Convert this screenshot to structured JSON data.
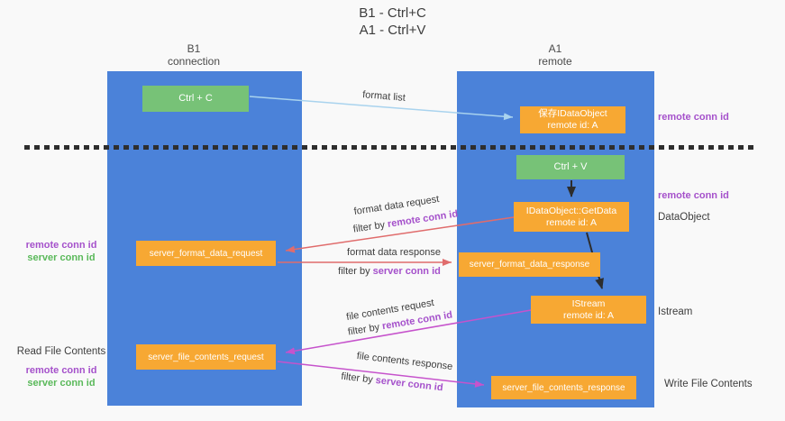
{
  "title": {
    "line1": "B1 - Ctrl+C",
    "line2": "A1 - Ctrl+V"
  },
  "lanes": {
    "left": {
      "name": "B1",
      "role": "connection"
    },
    "right": {
      "name": "A1",
      "role": "remote"
    }
  },
  "nodes": {
    "ctrl_c": {
      "label": "Ctrl + C"
    },
    "ctrl_v": {
      "label": "Ctrl + V"
    },
    "save_dataobject": {
      "line1": "保存IDataObject",
      "line2": "remote id: A"
    },
    "getdata": {
      "line1": "IDataObject::GetData",
      "line2": "remote id: A"
    },
    "istream": {
      "line1": "IStream",
      "line2": "remote id: A"
    },
    "format_request": {
      "label": "server_format_data_request"
    },
    "format_response": {
      "label": "server_format_data_response"
    },
    "file_request": {
      "label": "server_file_contents_request"
    },
    "file_response": {
      "label": "server_file_contents_response"
    }
  },
  "edge_labels": {
    "format_list": "format list",
    "format_request_line1": "format data request",
    "format_request_filter_prefix": "filter by ",
    "format_request_filter_key": "remote conn id",
    "format_response_line1": "format data response",
    "format_response_filter_prefix": "filter by ",
    "format_response_filter_key": "server conn id",
    "file_request_line1": "file contents request",
    "file_request_filter_prefix": "filter by ",
    "file_request_filter_key": "remote conn id",
    "file_response_line1": "file contents response",
    "file_response_filter_prefix": "filter by ",
    "file_response_filter_key": "server conn id"
  },
  "side_labels": {
    "right_top_conn_id": "remote conn id",
    "right_mid_conn_id": "remote conn id",
    "right_dataobject": "DataObject",
    "right_istream": "Istream",
    "right_write_file": "Write File Contents",
    "left_remote_conn_id_1": "remote conn id",
    "left_server_conn_id_1": "server conn id",
    "left_read_file": "Read File Contents",
    "left_remote_conn_id_2": "remote conn id",
    "left_server_conn_id_2": "server conn id"
  },
  "colors": {
    "lane_blue": "#4b82d9",
    "node_green": "#77c277",
    "node_orange": "#f7a833",
    "label_purple": "#a551cb",
    "label_green": "#5ab95a",
    "arrow_light_blue": "#a9d3ee",
    "arrow_red": "#e06c6c",
    "arrow_magenta": "#c653cc",
    "arrow_black": "#2d2d2d"
  }
}
